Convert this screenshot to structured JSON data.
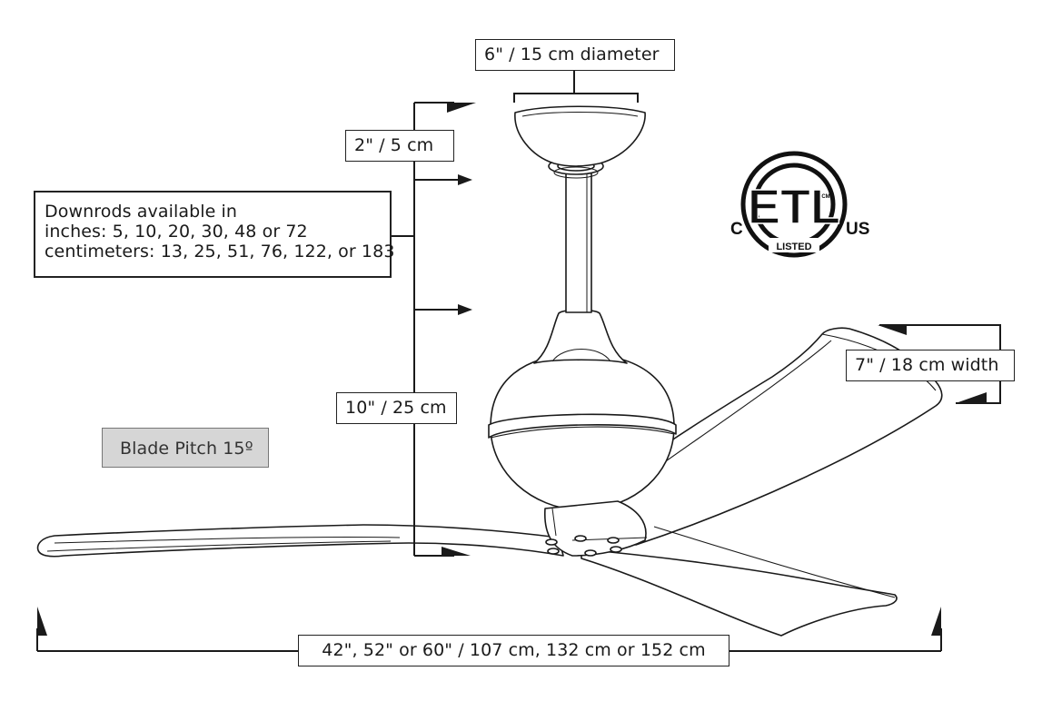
{
  "labels": {
    "diameter": "6\" / 15 cm diameter",
    "top_gap": "2\" / 5 cm",
    "downrods_line1": "Downrods available in",
    "downrods_line2": "inches: 5, 10, 20, 30, 48 or 72",
    "downrods_line3": "centimeters: 13, 25, 51, 76, 122, or 183",
    "lower_height": "10\" / 25 cm",
    "blade_pitch": "Blade Pitch 15º",
    "blade_width": "7\" / 18 cm width",
    "span": "42\", 52\" or 60\" / 107 cm, 132  cm or 152 cm"
  },
  "etl_mark": {
    "main": "ETL",
    "left": "C",
    "right": "US",
    "bottom": "LISTED",
    "small": "CM"
  },
  "colors": {
    "line": "#1a1a1a",
    "pitch_fill": "#d6d6d6"
  }
}
